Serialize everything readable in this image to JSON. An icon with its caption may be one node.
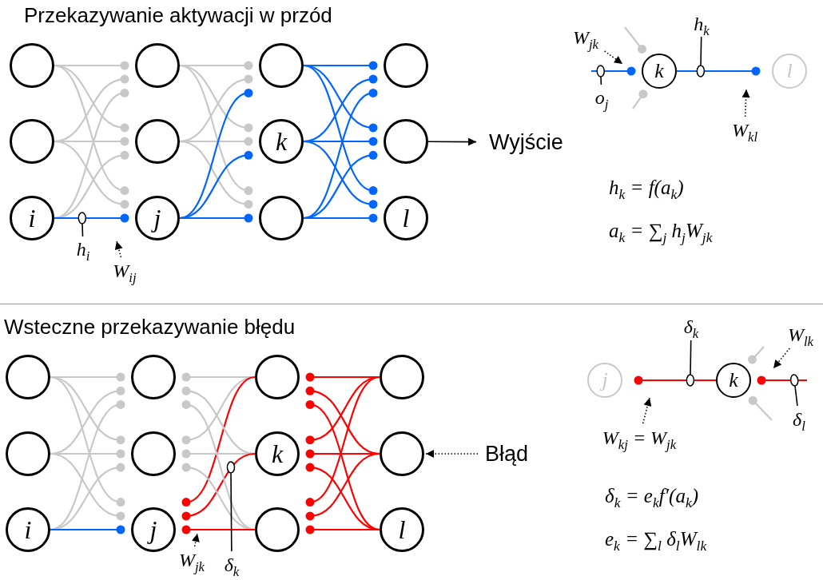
{
  "diagram": {
    "nodes": [
      {
        "text": [],
        "shape": "circle"
      },
      {
        "text": [],
        "shape": "circle"
      },
      {
        "text": [
          "i"
        ]
      },
      {
        "text": [],
        "shape": "circle"
      },
      {
        "text": [],
        "shape": "circle"
      },
      {
        "text": [
          "j"
        ]
      },
      {
        "text": [],
        "shape": "circle"
      },
      {
        "text": [
          "k"
        ]
      },
      {
        "text": [],
        "shape": "circle"
      },
      {
        "text": [],
        "shape": "circle"
      },
      {
        "text": [],
        "shape": "circle"
      },
      {
        "text": [
          "l"
        ]
      },
      {
        "text": [
          "Wyjście"
        ]
      },
      {
        "text": [
          "k"
        ]
      },
      {
        "text": [
          "l"
        ]
      },
      {
        "text": [
          "h$_{i}$"
        ]
      },
      {
        "text": [
          "W$_{ij}$"
        ]
      },
      {
        "text": [
          "W$_{jk}$"
        ]
      },
      {
        "text": [
          "h$_{k}$"
        ]
      },
      {
        "text": [
          "o$_{j}$"
        ]
      },
      {
        "text": [
          "W$_{kl}$"
        ]
      },
      {
        "text": [],
        "shape": "circle"
      },
      {
        "text": [],
        "shape": "circle"
      },
      {
        "text": [
          "i"
        ]
      },
      {
        "text": [],
        "shape": "circle"
      },
      {
        "text": [],
        "shape": "circle"
      },
      {
        "text": [
          "j"
        ]
      },
      {
        "text": [],
        "shape": "circle"
      },
      {
        "text": [
          "k"
        ]
      },
      {
        "text": [],
        "shape": "circle"
      },
      {
        "text": [],
        "shape": "circle"
      },
      {
        "text": [],
        "shape": "circle"
      },
      {
        "text": [
          "l"
        ]
      },
      {
        "text": [
          "Błąd"
        ]
      },
      {
        "text": [
          "j"
        ]
      },
      {
        "text": [
          "k"
        ]
      },
      {
        "text": [
          "W$_{jk}$"
        ]
      },
      {
        "text": [
          "δ$_{k}$"
        ]
      },
      {
        "text": [
          "δ$_{k}$"
        ]
      },
      {
        "text": [
          "W$_{lk}$"
        ]
      },
      {
        "text": [
          "δ$_{l}$"
        ]
      },
      {
        "text": [
          "W$_{kj}$ = W$_{jk}$"
        ]
      }
    ],
    "edges": [
      {
        "from": 0,
        "to": 3,
        "arrow": "other"
      },
      {
        "from": 0,
        "to": 4,
        "arrow": "other"
      },
      {
        "from": 0,
        "to": 5,
        "arrow": "other"
      },
      {
        "from": 1,
        "to": 3,
        "arrow": "other"
      },
      {
        "from": 1,
        "to": 4,
        "arrow": "other"
      },
      {
        "from": 1,
        "to": 5,
        "arrow": "other"
      },
      {
        "from": 2,
        "to": 3,
        "arrow": "other"
      },
      {
        "from": 2,
        "to": 4,
        "arrow": "other"
      },
      {
        "from": 2,
        "to": 5,
        "arrow": "other",
        "color": "#0066ff"
      },
      {
        "from": 3,
        "to": 6,
        "arrow": "other"
      },
      {
        "from": 3,
        "to": 7,
        "arrow": "other"
      },
      {
        "from": 3,
        "to": 8,
        "arrow": "other"
      },
      {
        "from": 4,
        "to": 6,
        "arrow": "other"
      },
      {
        "from": 4,
        "to": 7,
        "arrow": "other"
      },
      {
        "from": 4,
        "to": 8,
        "arrow": "other"
      },
      {
        "from": 5,
        "to": 6,
        "arrow": "other",
        "color": "#0066ff"
      },
      {
        "from": 5,
        "to": 7,
        "arrow": "other",
        "color": "#0066ff"
      },
      {
        "from": 5,
        "to": 8,
        "arrow": "other",
        "color": "#0066ff"
      },
      {
        "from": 6,
        "to": 9,
        "arrow": "other",
        "color": "#0066ff"
      },
      {
        "from": 6,
        "to": 10,
        "arrow": "other",
        "color": "#0066ff"
      },
      {
        "from": 6,
        "to": 11,
        "arrow": "other",
        "color": "#0066ff"
      },
      {
        "from": 7,
        "to": 9,
        "arrow": "other",
        "color": "#0066ff"
      },
      {
        "from": 7,
        "to": 10,
        "arrow": "other",
        "color": "#0066ff"
      },
      {
        "from": 7,
        "to": 11,
        "arrow": "other",
        "color": "#0066ff"
      },
      {
        "from": 8,
        "to": 9,
        "arrow": "other",
        "color": "#0066ff"
      },
      {
        "from": 8,
        "to": 10,
        "arrow": "other",
        "color": "#0066ff"
      },
      {
        "from": 8,
        "to": 11,
        "arrow": "other",
        "color": "#0066ff"
      },
      {
        "from": 10,
        "to": 12,
        "arrow": "to",
        "color": "#000000"
      },
      {
        "from": null,
        "to": 13,
        "arrow": "other",
        "color": "#0066ff"
      },
      {
        "from": 13,
        "to": 14,
        "arrow": "other",
        "color": "#0066ff"
      },
      {
        "from": null,
        "to": 13,
        "arrow": "other"
      },
      {
        "from": null,
        "to": 13,
        "arrow": "other"
      },
      {
        "from": 15,
        "to": null,
        "arrow": "other",
        "color": "#000000"
      },
      {
        "from": 16,
        "to": null,
        "arrow": "to",
        "style": "dashed",
        "color": "#000000"
      },
      {
        "from": 17,
        "to": null,
        "arrow": "to",
        "style": "dashed",
        "color": "#000000"
      },
      {
        "from": 18,
        "to": null,
        "arrow": "other",
        "color": "#000000"
      },
      {
        "from": 19,
        "to": null,
        "arrow": "other",
        "color": "#000000"
      },
      {
        "from": 20,
        "to": null,
        "arrow": "to",
        "style": "dashed",
        "color": "#000000"
      },
      {
        "from": 21,
        "to": 24,
        "arrow": "other"
      },
      {
        "from": 21,
        "to": 25,
        "arrow": "other"
      },
      {
        "from": 21,
        "to": 26,
        "arrow": "other"
      },
      {
        "from": 22,
        "to": 24,
        "arrow": "other"
      },
      {
        "from": 22,
        "to": 25,
        "arrow": "other"
      },
      {
        "from": 22,
        "to": 26,
        "arrow": "other"
      },
      {
        "from": 23,
        "to": 24,
        "arrow": "other"
      },
      {
        "from": 23,
        "to": 25,
        "arrow": "other"
      },
      {
        "from": 23,
        "to": 26,
        "arrow": "other",
        "color": "#0066ff"
      },
      {
        "from": 27,
        "to": 24,
        "arrow": "other"
      },
      {
        "from": 27,
        "to": 25,
        "arrow": "other"
      },
      {
        "from": 27,
        "to": 26,
        "arrow": "other",
        "color": "#ff0000"
      },
      {
        "from": 28,
        "to": 24,
        "arrow": "other"
      },
      {
        "from": 28,
        "to": 25,
        "arrow": "other"
      },
      {
        "from": 28,
        "to": 26,
        "arrow": "other",
        "color": "#ff0000"
      },
      {
        "from": 29,
        "to": 24,
        "arrow": "other"
      },
      {
        "from": 29,
        "to": 25,
        "arrow": "other"
      },
      {
        "from": 29,
        "to": 26,
        "arrow": "other",
        "color": "#ff0000"
      },
      {
        "from": 30,
        "to": 27,
        "arrow": "other",
        "color": "#ff0000"
      },
      {
        "from": 30,
        "to": 28,
        "arrow": "other",
        "color": "#ff0000"
      },
      {
        "from": 30,
        "to": 29,
        "arrow": "other",
        "color": "#ff0000"
      },
      {
        "from": 31,
        "to": 27,
        "arrow": "other",
        "color": "#ff0000"
      },
      {
        "from": 31,
        "to": 28,
        "arrow": "other",
        "color": "#ff0000"
      },
      {
        "from": 31,
        "to": 29,
        "arrow": "other",
        "color": "#ff0000"
      },
      {
        "from": 32,
        "to": 27,
        "arrow": "other",
        "color": "#ff0000"
      },
      {
        "from": 32,
        "to": 28,
        "arrow": "other",
        "color": "#ff0000"
      },
      {
        "from": 32,
        "to": 29,
        "arrow": "other",
        "color": "#ff0000"
      },
      {
        "from": 33,
        "to": 31,
        "arrow": "to",
        "style": "dashed",
        "color": "#000000"
      },
      {
        "from": 35,
        "to": 34,
        "arrow": "other",
        "color": "#ff0000"
      },
      {
        "from": null,
        "to": 35,
        "arrow": "other",
        "color": "#ff0000"
      },
      {
        "from": null,
        "to": 35,
        "arrow": "other"
      },
      {
        "from": null,
        "to": 35,
        "arrow": "other"
      },
      {
        "from": 36,
        "to": null,
        "arrow": "to",
        "style": "dashed",
        "color": "#000000"
      },
      {
        "from": 37,
        "to": null,
        "arrow": "other",
        "color": "#000000"
      },
      {
        "from": 38,
        "to": null,
        "arrow": "other",
        "color": "#000000"
      },
      {
        "from": 39,
        "to": null,
        "arrow": "to",
        "style": "dashed",
        "color": "#000000"
      },
      {
        "from": 40,
        "to": null,
        "arrow": "other",
        "color": "#000000"
      },
      {
        "from": 41,
        "to": null,
        "arrow": "to",
        "style": "dashed",
        "color": "#000000"
      }
    ],
    "labels": [
      "Przekazywanie aktywacji w przód",
      "h$_{k}$ = f(a$_{k}$)",
      "a$_{k}$ = ∑$_{j}$ h$_{j}$W$_{jk}$",
      "Wsteczne przekazywanie błędu",
      "δ$_{k}$ = e$_{k}$f′(a$_{k}$)",
      "e$_{k}$ = ∑$_{l}$ δ$_{l}$W$_{lk}$"
    ]
  }
}
